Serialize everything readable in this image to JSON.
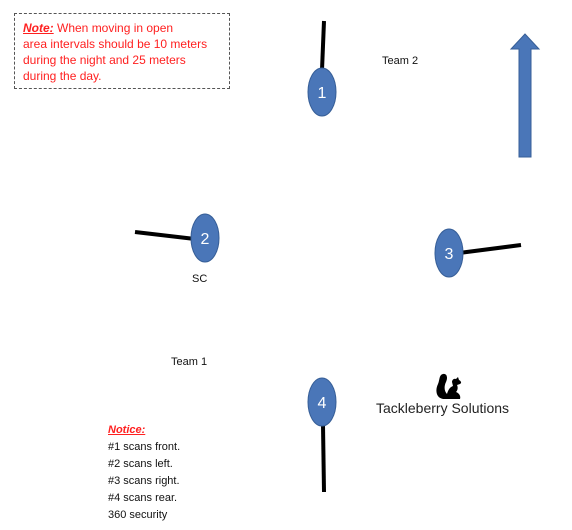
{
  "note": {
    "title": "Note:",
    "line1": " When moving in open",
    "line2": "area intervals should be 10 meters",
    "line3": "during the night and 25 meters",
    "line4": "during the day."
  },
  "positions": [
    {
      "number": "1"
    },
    {
      "number": "2"
    },
    {
      "number": "3"
    },
    {
      "number": "4"
    }
  ],
  "labels": {
    "team2": "Team 2",
    "team1": "Team 1",
    "sc": "SC"
  },
  "brand": {
    "name": "Tackleberry Solutions",
    "icon": "squirrel-icon"
  },
  "notice": {
    "title": "Notice:",
    "lines": [
      "#1 scans front.",
      "#2 scans  left.",
      "#3 scans right.",
      "#4 scans rear.",
      "360 security"
    ]
  },
  "colors": {
    "marker_fill": "#4a76b8",
    "arrow_fill": "#4a76b8",
    "note_text": "#ff2020",
    "line": "#000000"
  }
}
